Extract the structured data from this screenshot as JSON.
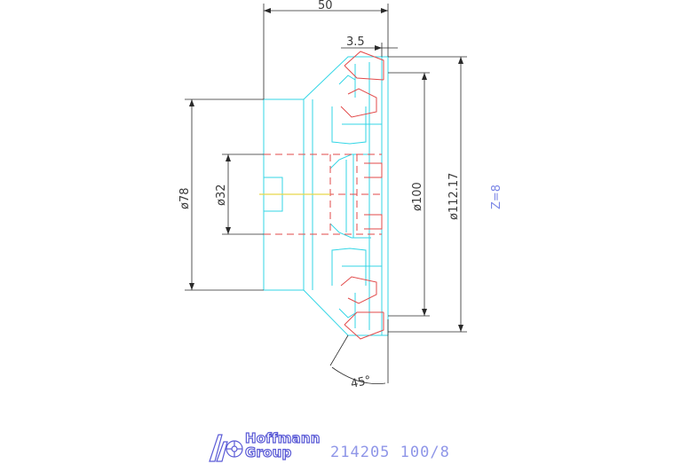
{
  "dimensions": {
    "length": "50",
    "offset": "3.5",
    "outer_diameter": "ø78",
    "bore_diameter": "ø32",
    "pitch_diameter": "ø100",
    "tip_diameter": "ø112.17",
    "angle": "45°"
  },
  "teeth_count": "Z=8",
  "brand": {
    "name_line1": "Hoffmann",
    "name_line2": "Group"
  },
  "part_number": "214205 100/8",
  "colors": {
    "body_line": "#33d6e6",
    "hidden_line": "#e24a4a",
    "dimension_line": "#2a2a2a",
    "center_line": "#e8d84a",
    "annotation": "#7b86e6",
    "brand": "#5a5ad6"
  }
}
